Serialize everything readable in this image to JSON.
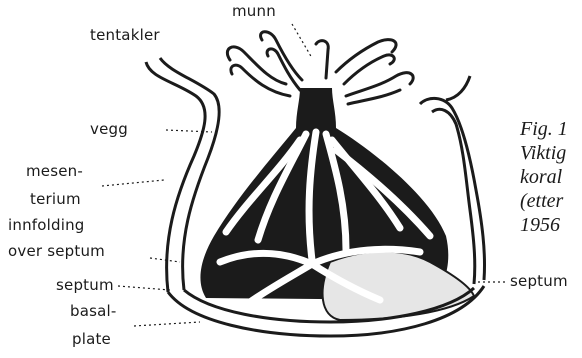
{
  "labels": {
    "mouth": "munn",
    "tentacles": "tentakler",
    "wall": "vegg",
    "mesentery_1": "mesen-",
    "mesentery_2": "terium",
    "infolding_1": "innfolding",
    "infolding_2": "over septum",
    "septum_left": "septum",
    "basal_1": "basal-",
    "basal_2": "plate",
    "septum_right": "septum"
  },
  "caption": {
    "line1": "Fig. 1",
    "line2": "Viktig",
    "line3": "koral",
    "line4": "(etter",
    "line5": "1956"
  },
  "colors": {
    "ink": "#1b1b1b",
    "paper": "#ffffff",
    "shade": "#e6e6e6"
  }
}
